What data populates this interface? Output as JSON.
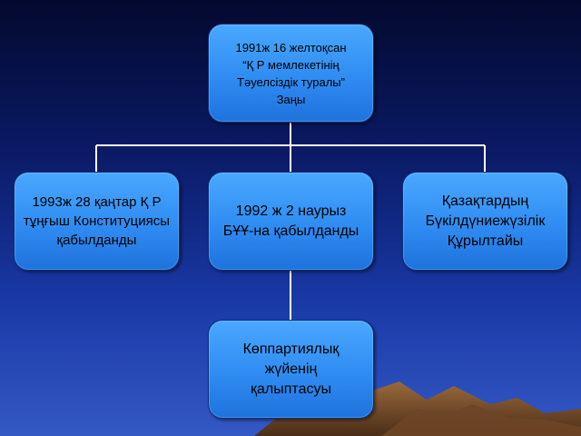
{
  "slide": {
    "background_top": "#04092e",
    "background_bottom": "#3458c4",
    "box_color": "#2f8cf2",
    "connector_color": "#ffffff"
  },
  "nodes": {
    "top": "1991ж 16 желтоқсан\n“Қ Р мемлекетінің\nТәуелсіздік туралы”\nЗаңы",
    "left": "1993ж 28 қаңтар Қ Р\nтұңғыш Конституциясы\nқабылданды",
    "middle": "1992 ж 2 наурыз\nБҰҰ-на қабылданды",
    "right": "Қазақтардың\nБүкілдүниежүзілік\nҚұрылтайы",
    "bottom": "Көппартиялық\nжүйенің\nқалыптасуы"
  }
}
